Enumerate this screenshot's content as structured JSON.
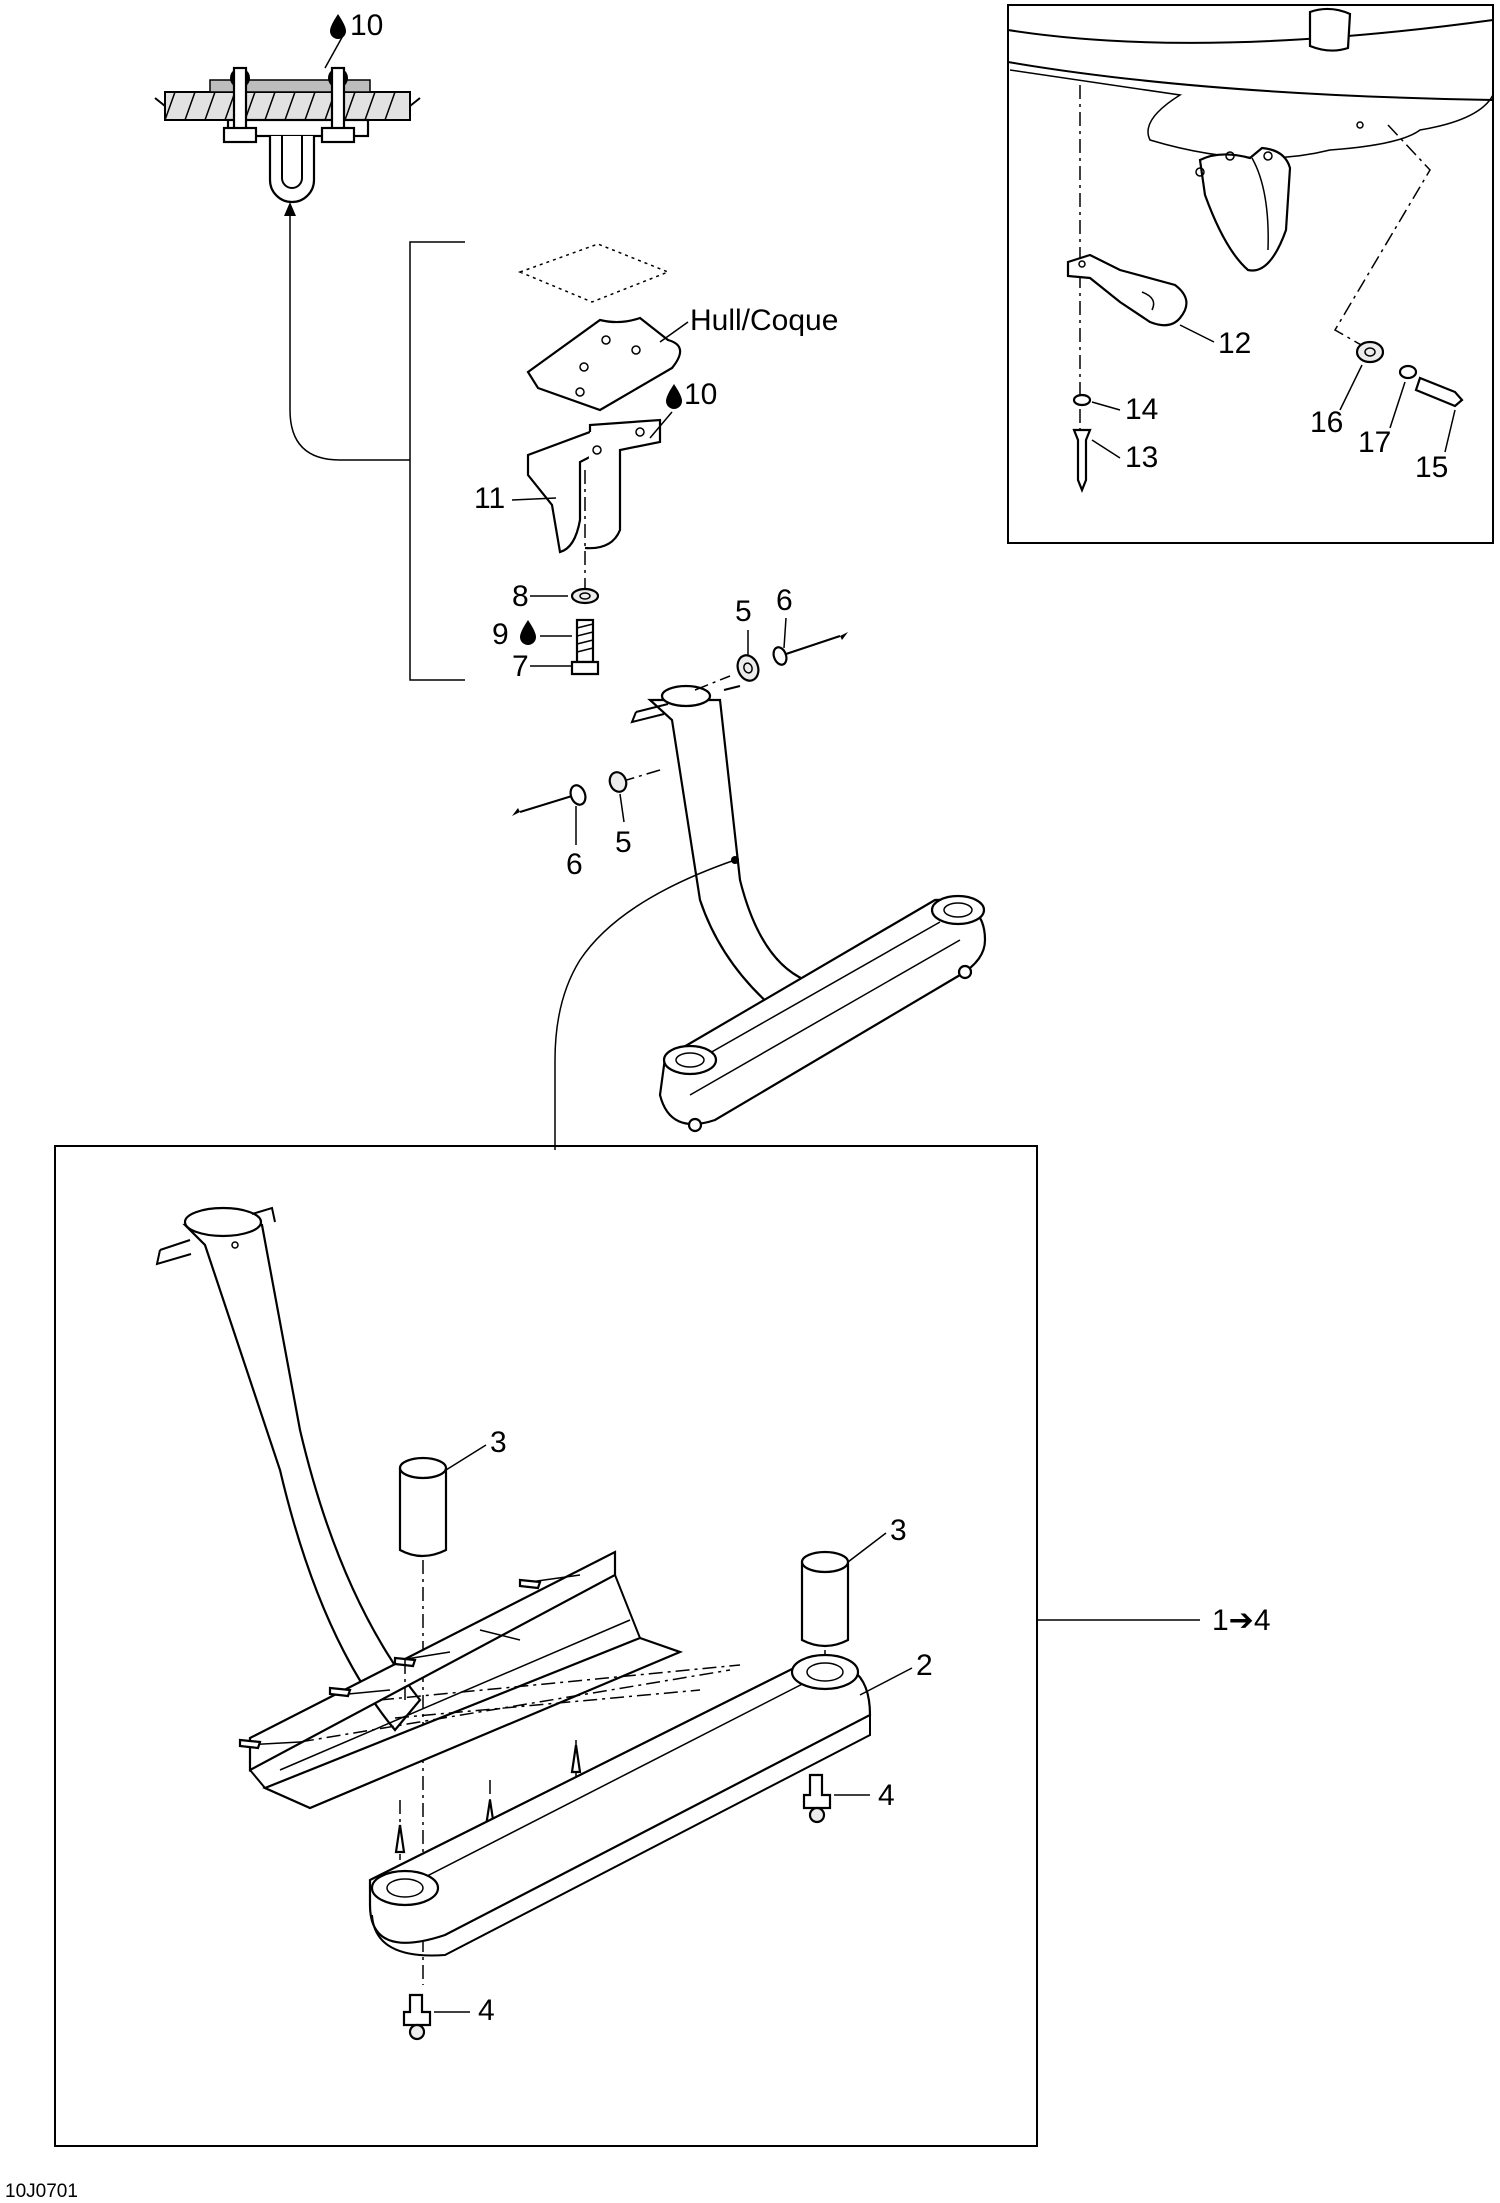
{
  "diagram": {
    "figure_code": "10J0701",
    "hull_label": "Hull/Coque",
    "callouts": {
      "c1": "1➔4",
      "c2": "2",
      "c3a": "3",
      "c3b": "3",
      "c4a": "4",
      "c4b": "4",
      "c5a": "5",
      "c5b": "5",
      "c6a": "6",
      "c6b": "6",
      "c7": "7",
      "c8": "8",
      "c9": "9",
      "c10a": "10",
      "c10b": "10",
      "c11": "11",
      "c12": "12",
      "c13": "13",
      "c14": "14",
      "c15": "15",
      "c16": "16",
      "c17": "17"
    },
    "symbols": {
      "adhesive_icon": "drop-icon"
    }
  }
}
